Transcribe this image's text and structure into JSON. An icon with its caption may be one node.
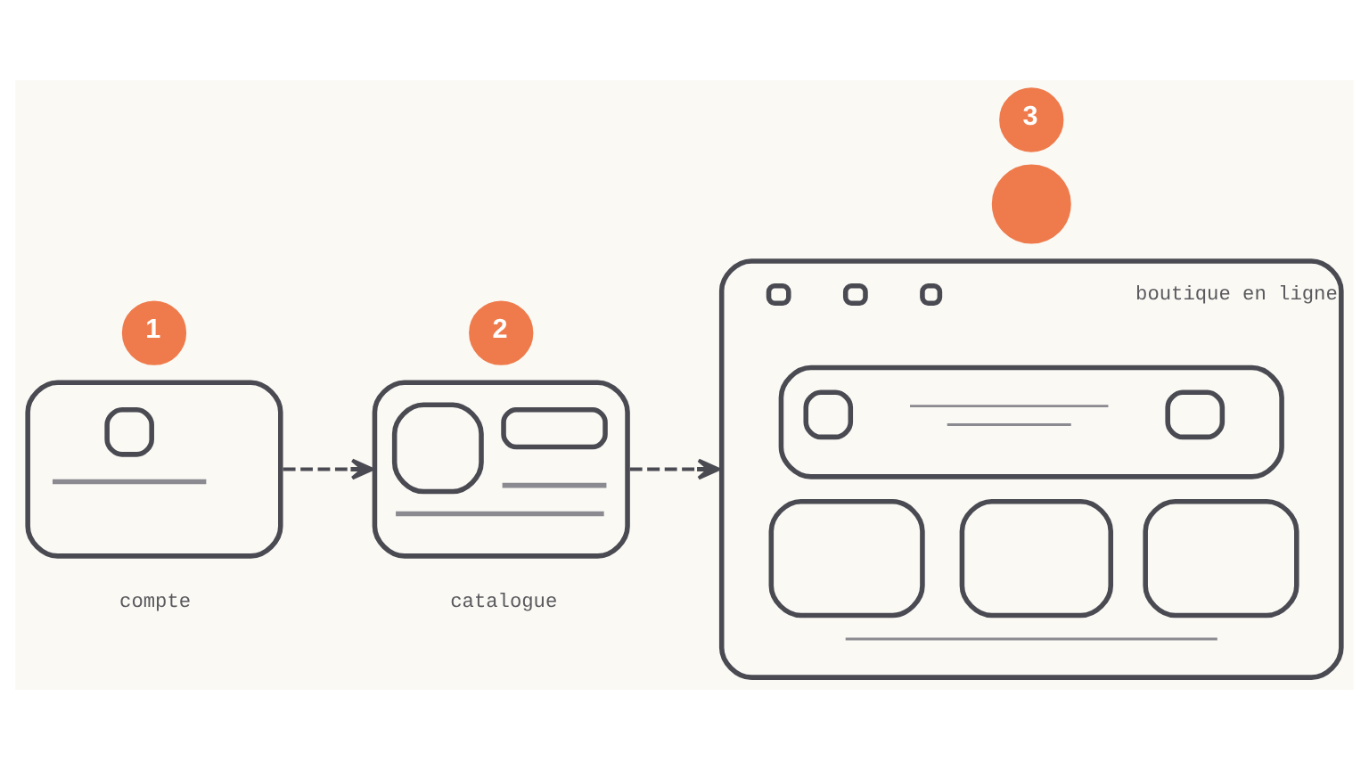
{
  "diagram": {
    "nodes": [
      {
        "text": [
          "1"
        ]
      },
      {
        "text": [],
        "shape": "box",
        "beside": [
          "compte"
        ]
      },
      {
        "text": [
          "2"
        ]
      },
      {
        "text": [],
        "shape": "box",
        "beside": [
          "catalogue"
        ]
      },
      {
        "text": [
          "3"
        ]
      },
      {
        "text": [
          "boutique en ligne"
        ]
      },
      {
        "text": [],
        "shape": "circle"
      }
    ],
    "edges": [
      {
        "from": 1,
        "to": 3,
        "arrow": "to",
        "style": "dashed"
      },
      {
        "from": 3,
        "to": 5,
        "arrow": "to",
        "style": "dashed"
      }
    ]
  }
}
